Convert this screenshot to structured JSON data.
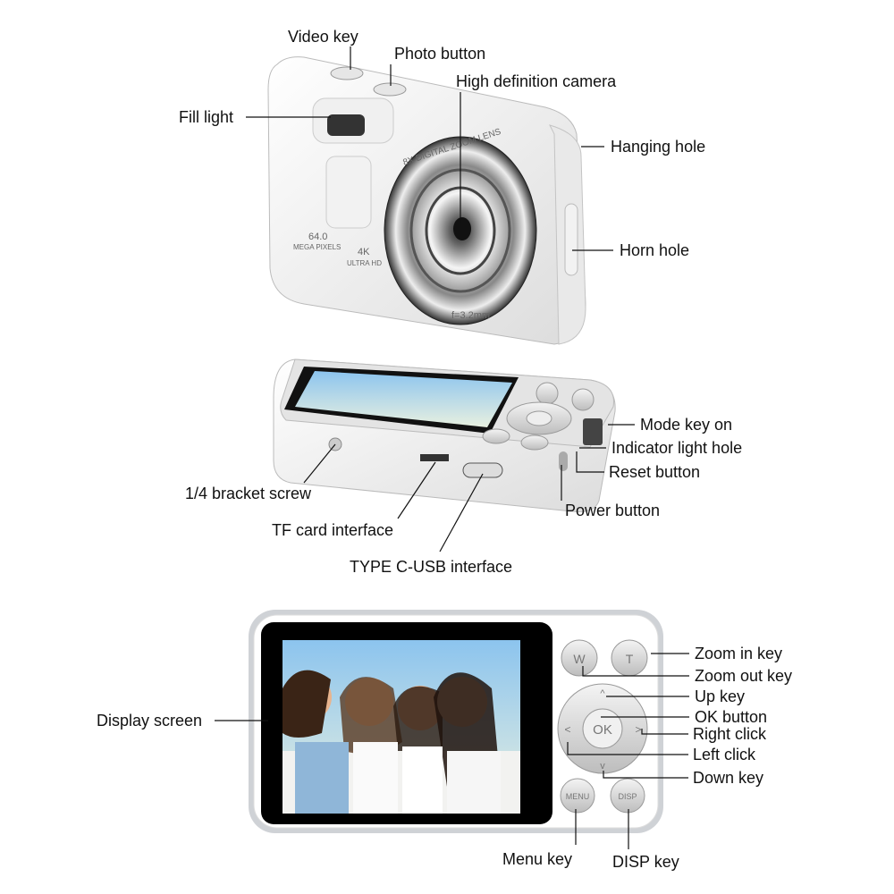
{
  "top_view_labels": {
    "video_key": "Video key",
    "photo_button": "Photo button",
    "hd_camera": "High definition camera",
    "fill_light": "Fill light",
    "hanging_hole": "Hanging hole",
    "horn_hole": "Horn hole"
  },
  "camera_front_print": {
    "megapixels": "64.0",
    "megapixels_caption": "MEGA PIXELS",
    "resolution": "4K",
    "resolution_caption": "ULTRA HD",
    "lens_ring_text": "8X DIGITAL ZOOM LENS",
    "focal_length": "f=3.2mm"
  },
  "bottom_view_labels": {
    "mode_key": "Mode key on",
    "indicator_light": "Indicator light hole",
    "reset_button": "Reset button",
    "power_button": "Power button",
    "bracket_screw": "1/4 bracket screw",
    "tf_card": "TF card interface",
    "usb_c": "TYPE C-USB interface"
  },
  "back_view_labels": {
    "zoom_in": "Zoom in key",
    "zoom_out": "Zoom out key",
    "up": "Up key",
    "ok": "OK button",
    "right": "Right click",
    "left": "Left click",
    "down": "Down key",
    "display": "Display screen",
    "menu": "Menu key",
    "disp": "DISP key"
  },
  "button_glyphs": {
    "w": "W",
    "t": "T",
    "ok": "OK",
    "menu": "MENU",
    "disp": "DISP",
    "up": "^",
    "down": "v",
    "left": "<",
    "right": ">"
  }
}
